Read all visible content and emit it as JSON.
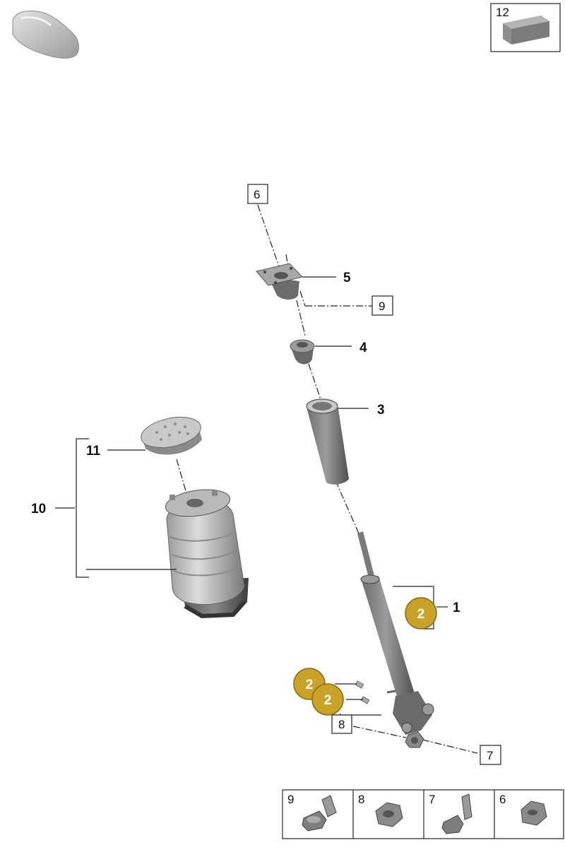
{
  "catalog_box": {
    "label": "12"
  },
  "callouts": {
    "c1": "1",
    "c3": "3",
    "c4": "4",
    "c5": "5",
    "c10": "10",
    "c11": "11"
  },
  "boxed_refs": {
    "b6": "6",
    "b9": "9",
    "b8": "8",
    "b7": "7"
  },
  "badges": {
    "label": "2",
    "color": "#c9a227"
  },
  "parts_strip": {
    "cells": [
      {
        "label": "9",
        "icon": "flange-bolt-icon"
      },
      {
        "label": "8",
        "icon": "flange-nut-icon"
      },
      {
        "label": "7",
        "icon": "long-bolt-icon"
      },
      {
        "label": "6",
        "icon": "hex-nut-icon"
      }
    ]
  }
}
